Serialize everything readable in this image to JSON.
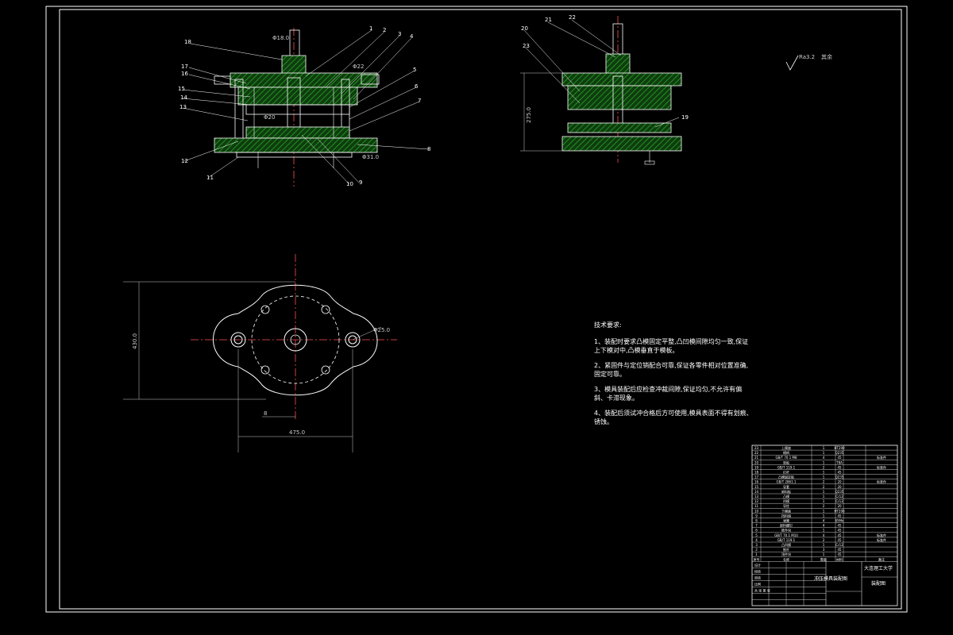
{
  "drawing": {
    "colors": {
      "background": "#000000",
      "line": "#ffffff",
      "hatch": "#29a329",
      "center": "#ff5050",
      "dim": "#cccccc"
    },
    "front_view_labels": [
      "18",
      "1",
      "2",
      "3",
      "4",
      "17",
      "16",
      "15",
      "14",
      "13",
      "5",
      "6",
      "7",
      "8",
      "12",
      "11",
      "10",
      "9"
    ],
    "side_view_labels": [
      "21",
      "22",
      "20",
      "23",
      "19"
    ],
    "dims": {
      "top_dia_a": "Φ18.0",
      "top_dia_b": "Φ22",
      "mid_dia": "Φ20",
      "bottom_dia": "Φ31.0",
      "height": "275.0",
      "plan_width": "475.0",
      "plan_height": "430.0",
      "plan_hole": "Φ25.0",
      "plan_small": "8"
    },
    "roughness": {
      "value": "Ra3.2",
      "label": "其余"
    }
  },
  "tech_notes": {
    "title": "技术要求:",
    "items": [
      "1、装配时要求凸模固定平整,凸凹模间隙均匀一致,保证上下模对中,凸模垂直于模板。",
      "2、紧固件与定位销配合可靠,保证各零件相对位置准确,固定可靠。",
      "3、模具装配后应检查冲裁间隙,保证均匀,不允许有偏斜、卡滞现象。",
      "4、装配后须试冲合格后方可使用,模具表面不得有划痕、锈蚀。"
    ]
  },
  "title_block": {
    "rows": [
      {
        "no": "23",
        "name": "上模座",
        "qty": "1",
        "mat": "HT200",
        "note": ""
      },
      {
        "no": "22",
        "name": "模柄",
        "qty": "1",
        "mat": "Q235",
        "note": ""
      },
      {
        "no": "21",
        "name": "GB/T 70.1 M8",
        "qty": "4",
        "mat": "45",
        "note": "标准件"
      },
      {
        "no": "20",
        "name": "垫板",
        "qty": "1",
        "mat": "T8A",
        "note": ""
      },
      {
        "no": "19",
        "name": "GB/T 119.1",
        "qty": "2",
        "mat": "45",
        "note": "标准件"
      },
      {
        "no": "18",
        "name": "打杆",
        "qty": "1",
        "mat": "45",
        "note": ""
      },
      {
        "no": "17",
        "name": "凸模固定板",
        "qty": "1",
        "mat": "Q235",
        "note": ""
      },
      {
        "no": "16",
        "name": "GB/T 2861.1",
        "qty": "2",
        "mat": "20",
        "note": "标准件"
      },
      {
        "no": "15",
        "name": "导套",
        "qty": "2",
        "mat": "20",
        "note": ""
      },
      {
        "no": "14",
        "name": "卸料板",
        "qty": "1",
        "mat": "Q235",
        "note": ""
      },
      {
        "no": "13",
        "name": "凸模",
        "qty": "1",
        "mat": "Cr12",
        "note": ""
      },
      {
        "no": "12",
        "name": "凹模",
        "qty": "1",
        "mat": "Cr12",
        "note": ""
      },
      {
        "no": "11",
        "name": "导柱",
        "qty": "2",
        "mat": "20",
        "note": ""
      },
      {
        "no": "10",
        "name": "下模座",
        "qty": "1",
        "mat": "HT200",
        "note": ""
      },
      {
        "no": "9",
        "name": "挡料销",
        "qty": "1",
        "mat": "45",
        "note": ""
      },
      {
        "no": "8",
        "name": "弹簧",
        "qty": "4",
        "mat": "65Mn",
        "note": ""
      },
      {
        "no": "7",
        "name": "卸料螺钉",
        "qty": "4",
        "mat": "45",
        "note": ""
      },
      {
        "no": "6",
        "name": "推件块",
        "qty": "1",
        "mat": "45",
        "note": ""
      },
      {
        "no": "5",
        "name": "GB/T 70.1 M10",
        "qty": "4",
        "mat": "45",
        "note": "标准件"
      },
      {
        "no": "4",
        "name": "GB/T 119.1",
        "qty": "2",
        "mat": "45",
        "note": "标准件"
      },
      {
        "no": "3",
        "name": "凸凹模",
        "qty": "1",
        "mat": "Cr12",
        "note": ""
      },
      {
        "no": "2",
        "name": "推杆",
        "qty": "3",
        "mat": "45",
        "note": ""
      },
      {
        "no": "1",
        "name": "顶件块",
        "qty": "1",
        "mat": "45",
        "note": ""
      }
    ],
    "header": {
      "no": "序号",
      "name": "名称",
      "qty": "数量",
      "mat": "材料",
      "note": "备注"
    },
    "drawing_name": "冲压模具装配图",
    "school": "大连理工大学",
    "drawing_no": "装配图",
    "fields": [
      "设计",
      "校核",
      "审核",
      "比例",
      "共 张 第 张"
    ]
  }
}
